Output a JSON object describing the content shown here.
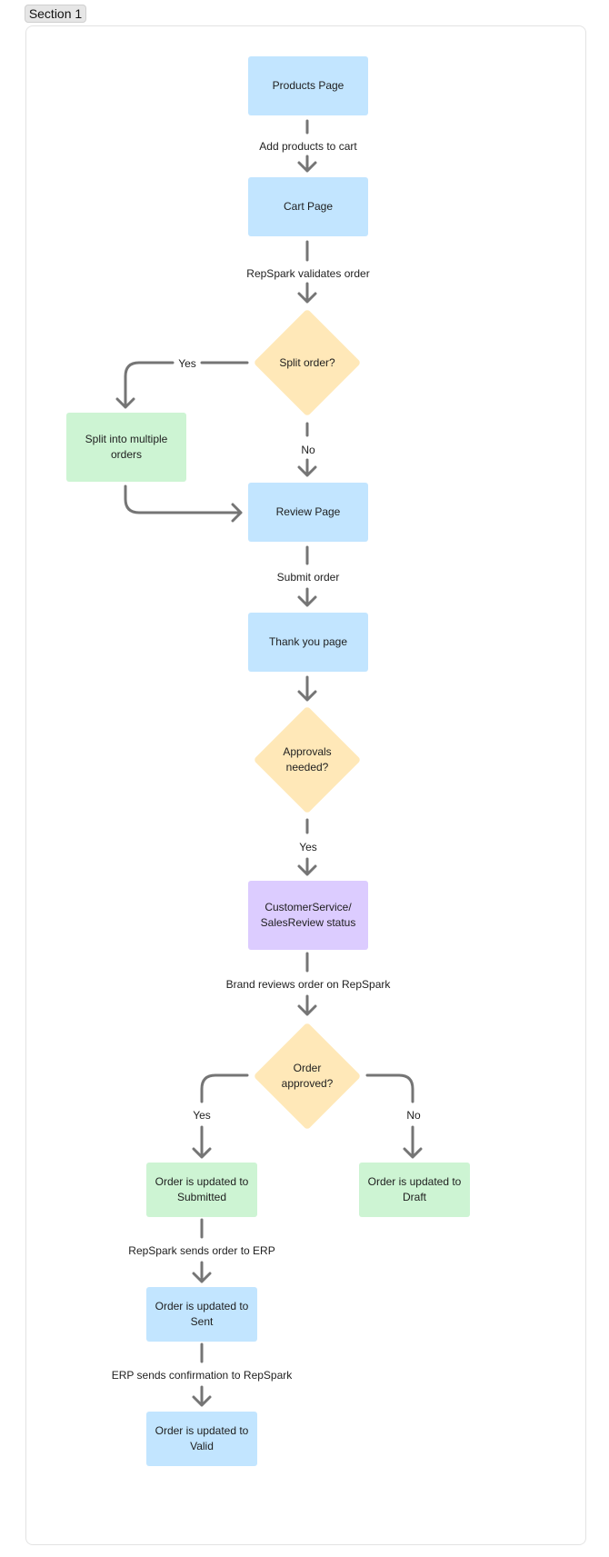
{
  "section": {
    "title": "Section 1"
  },
  "nodes": {
    "products": "Products Page",
    "cart": "Cart Page",
    "split": "Split order?",
    "split_multiple": "Split into multiple orders",
    "review": "Review Page",
    "thank_you": "Thank you page",
    "approvals": "Approvals needed?",
    "cs_review": "CustomerService/ SalesReview status",
    "approved": "Order approved?",
    "submitted": "Order is updated to Submitted",
    "draft": "Order is updated to Draft",
    "sent": "Order is updated to Sent",
    "valid": "Order is updated to Valid"
  },
  "edges": {
    "add_to_cart": "Add products to cart",
    "validates": "RepSpark validates order",
    "split_yes": "Yes",
    "split_no": "No",
    "submit": "Submit order",
    "approvals_yes": "Yes",
    "brand_reviews": "Brand reviews order on RepSpark",
    "approved_yes": "Yes",
    "approved_no": "No",
    "sends_erp": "RepSpark sends order to ERP",
    "erp_confirm": "ERP sends confirmation to RepSpark"
  },
  "colors": {
    "page_node": "#c2e5ff",
    "action_node": "#cdf4d3",
    "decision_node": "#ffe8b8",
    "status_node": "#dcccff",
    "connector": "#757575"
  }
}
